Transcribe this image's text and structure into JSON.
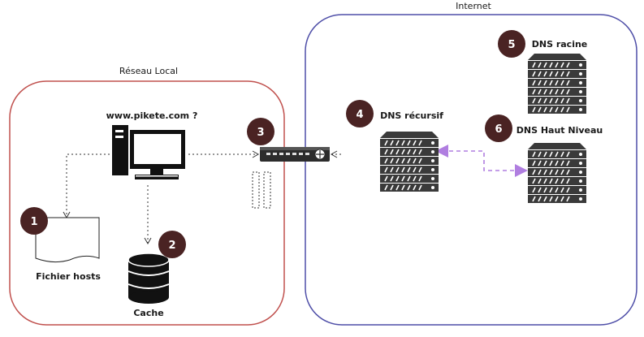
{
  "zones": {
    "local": {
      "label": "Réseau Local",
      "color": "#c0504d"
    },
    "internet": {
      "label": "Internet",
      "color": "#4f4fa8"
    }
  },
  "nodes": {
    "client": {
      "label": "www.pikete.com ?",
      "icon": "desktop-computer-icon"
    },
    "hosts": {
      "label": "Fichier hosts",
      "icon": "document-icon"
    },
    "cache": {
      "label": "Cache",
      "icon": "database-icon"
    },
    "router": {
      "label": "",
      "icon": "router-icon"
    },
    "recursive": {
      "label": "DNS récursif",
      "icon": "server-rack-icon"
    },
    "root": {
      "label": "DNS racine",
      "icon": "server-rack-icon"
    },
    "tld": {
      "label": "DNS Haut Niveau",
      "icon": "server-rack-icon"
    }
  },
  "steps": [
    {
      "number": "1",
      "target": "hosts"
    },
    {
      "number": "2",
      "target": "cache"
    },
    {
      "number": "3",
      "target": "router"
    },
    {
      "number": "4",
      "target": "recursive"
    },
    {
      "number": "5",
      "target": "root"
    },
    {
      "number": "6",
      "target": "tld"
    }
  ],
  "colors": {
    "badge": "#4a2323",
    "connector": "#333333",
    "dashed_link": "#b07ee0",
    "server": "#3a3a3a"
  }
}
